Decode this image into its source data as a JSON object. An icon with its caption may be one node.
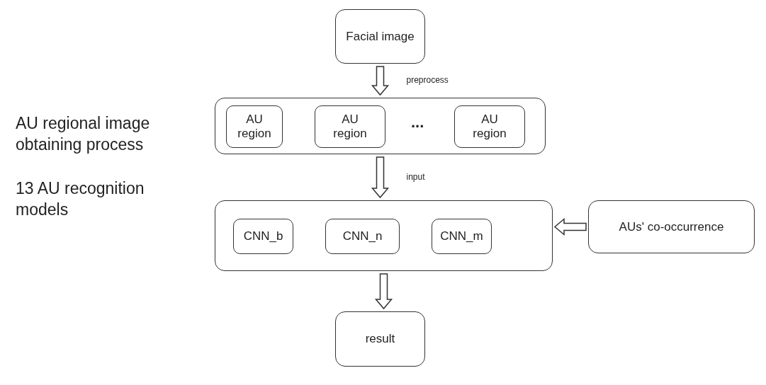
{
  "diagram": {
    "nodes": [
      {
        "text": [
          "Facial image"
        ]
      },
      {
        "text": [],
        "shape": "box"
      },
      {
        "text": [
          "AU region"
        ],
        "in": 1
      },
      {
        "text": [
          "AU region"
        ],
        "in": 1
      },
      {
        "text": [
          "AU region"
        ],
        "in": 1
      },
      {
        "text": [],
        "shape": "box"
      },
      {
        "text": [
          "CNN_b"
        ],
        "in": 5
      },
      {
        "text": [
          "CNN_n"
        ],
        "in": 5
      },
      {
        "text": [
          "CNN_m"
        ],
        "in": 5
      },
      {
        "text": [
          "AUs' co-occurrence"
        ]
      },
      {
        "text": [
          "result"
        ]
      }
    ],
    "edges": [
      {
        "from": 0,
        "to": 1,
        "arrow": "to",
        "label": "preprocess"
      },
      {
        "from": 1,
        "to": 5,
        "arrow": "to",
        "label": "input"
      },
      {
        "from": 9,
        "to": 5,
        "arrow": "to"
      },
      {
        "from": 5,
        "to": 10,
        "arrow": "to"
      }
    ],
    "labels": [
      "AU regional image obtaining process",
      "...",
      "13 AU recognition models"
    ]
  }
}
